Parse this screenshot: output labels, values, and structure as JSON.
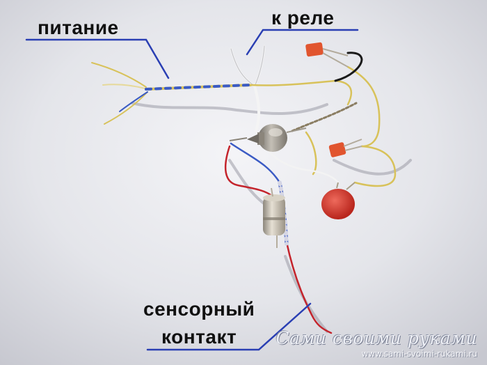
{
  "labels": {
    "power": "питание",
    "relay": "к реле",
    "sensor_line1": "сенсорный",
    "sensor_line2": "контакт"
  },
  "watermark": {
    "title": "Сами своими руками",
    "url": "www.sami-svoimi-rukami.ru"
  },
  "colors": {
    "background": "#dcdde3",
    "annotation_line": "#2a3fb3",
    "wire_yellow": "#d8c25a",
    "wire_blue": "#3b5bc4",
    "wire_red": "#c4242c",
    "wire_white": "#f2f2f2",
    "wire_black": "#1a1a1a",
    "resistor_orange": "#e1552f",
    "capacitor_red": "#d93a2e",
    "electrolytic_silver": "#c8c2b4"
  }
}
